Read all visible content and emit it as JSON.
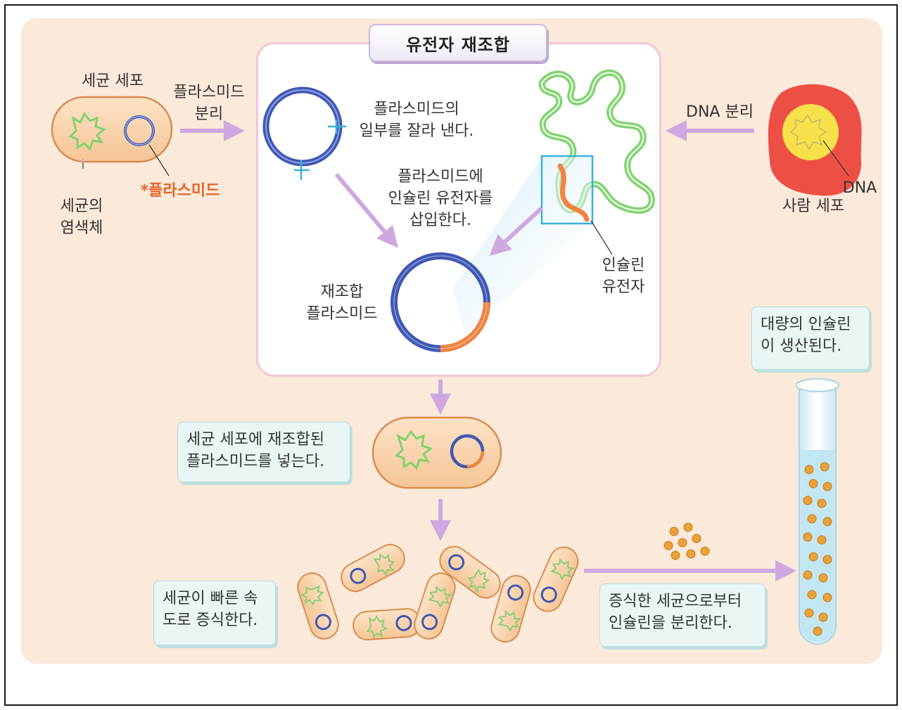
{
  "title": "유전자 재조합",
  "labels": {
    "bacterial_cell": "세균 세포",
    "plasmid_isolation": "플라스미드\n분리",
    "bacterial_chromosome": "세균의\n염색체",
    "plasmid": "*플라스미드",
    "cut_plasmid": "플라스미드의\n일부를 잘라 낸다.",
    "insert_gene": "플라스미드에\n인슐린 유전자를\n삽입한다.",
    "recombinant_plasmid": "재조합\n플라스미드",
    "insulin_gene": "인슐린\n유전자",
    "dna_isolation": "DNA 분리",
    "dna": "DNA",
    "human_cell": "사람 세포"
  },
  "notes": {
    "insert_into_bacteria": "세균 세포에 재조합된\n플라스미드를 넣는다.",
    "mass_production": "대량의 인슐린\n이 생산된다.",
    "rapid_growth": "세균이 빠른 속\n도로 증식한다.",
    "isolate_insulin": "증식한 세균으로부터\n인슐린을 분리한다."
  },
  "colors": {
    "plasmid_blue": "#3f58b4",
    "insulin_orange": "#f0843e",
    "chromosome_green": "#7ed36e",
    "arrow_purple": "#cfa8e0",
    "human_cell_red": "#ee4f45",
    "nucleus_yellow": "#f6e14a",
    "insulin_dot": "#e9a23a"
  }
}
